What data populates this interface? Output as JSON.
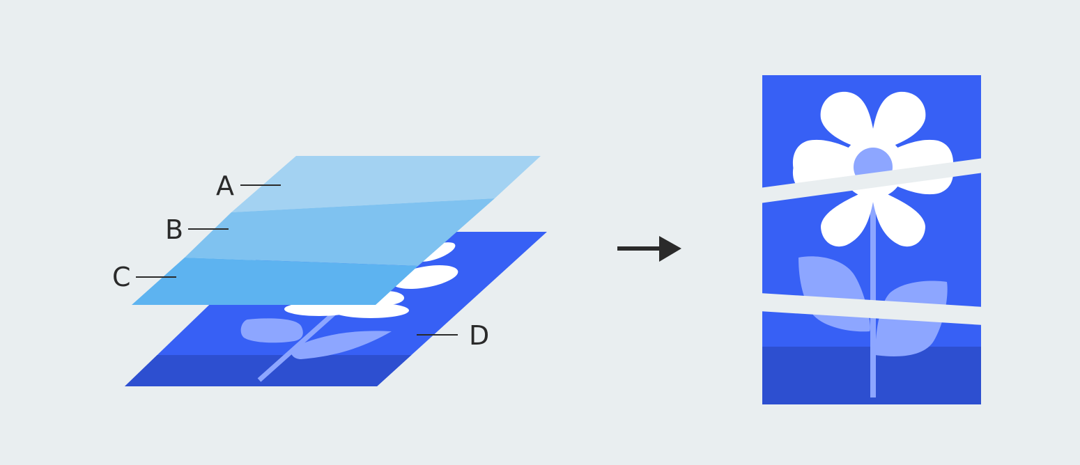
{
  "labels": {
    "a": "A",
    "b": "B",
    "c": "C",
    "d": "D"
  },
  "colors": {
    "background": "#e9eef0",
    "base_blue": "#3760f5",
    "base_blue_dark": "#2d4fd0",
    "petal": "#ffffff",
    "leaf_and_center": "#8da6ff",
    "layer_a": "#a3d2f2",
    "layer_b": "#7fc2f0",
    "layer_c": "#5db3f0",
    "arrow": "#2a2a2a",
    "leader_line": "#2a2a2a"
  },
  "icons": {
    "transition_arrow": "right-arrow-icon",
    "flower": "flower-icon"
  }
}
